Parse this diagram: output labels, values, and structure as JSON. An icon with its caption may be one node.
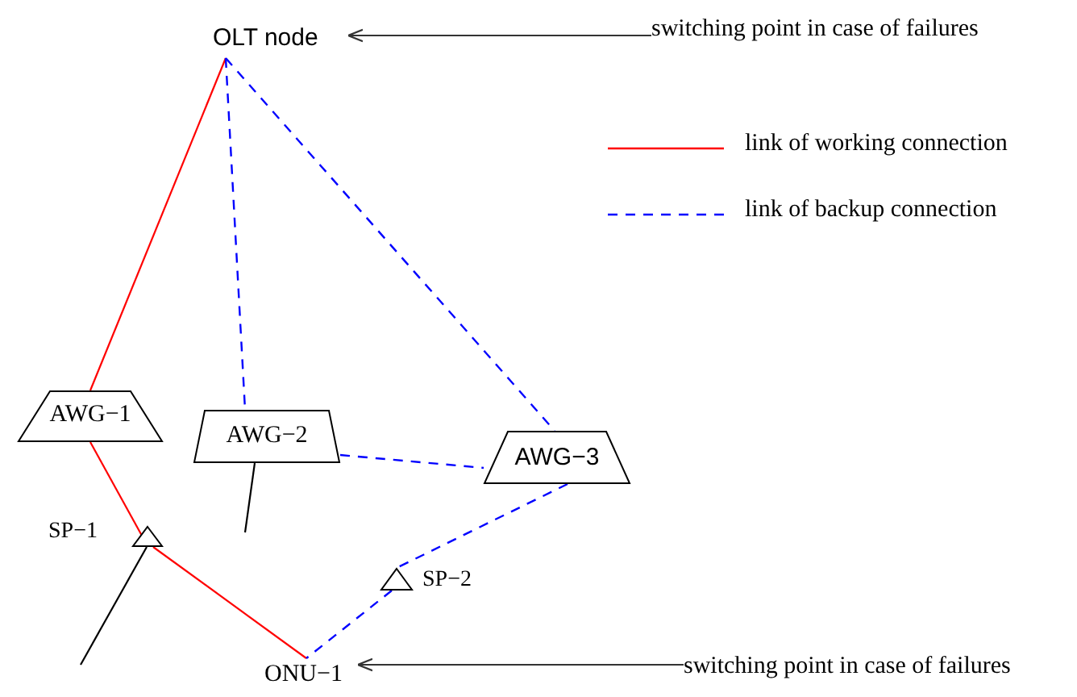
{
  "diagram": {
    "nodes": [
      {
        "text": [
          "OLT node"
        ]
      },
      {
        "text": [
          "AWG−1"
        ]
      },
      {
        "text": [
          "AWG−2"
        ]
      },
      {
        "text": [
          "AWG−3"
        ]
      },
      {
        "text": [],
        "shape": "triangle",
        "beside": [
          "SP−1"
        ]
      },
      {
        "text": [],
        "shape": "triangle",
        "beside": [
          "SP−2"
        ]
      },
      {
        "text": [
          "ONU−1"
        ]
      },
      {
        "text": [
          "switching point in case of failures"
        ]
      },
      {
        "text": [
          "switching point in case of failures"
        ]
      }
    ],
    "edges": [
      {
        "from": 0,
        "to": 1,
        "arrow": "none",
        "color": "#ff0000"
      },
      {
        "from": 0,
        "to": 2,
        "arrow": "none",
        "style": "dashed",
        "color": "#0000ff"
      },
      {
        "from": 0,
        "to": 3,
        "arrow": "none",
        "style": "dashed",
        "color": "#0000ff"
      },
      {
        "from": 1,
        "to": 4,
        "arrow": "none",
        "color": "#ff0000"
      },
      {
        "from": 4,
        "to": 6,
        "arrow": "none",
        "color": "#ff0000"
      },
      {
        "from": 2,
        "to": 3,
        "arrow": "none",
        "style": "dashed",
        "color": "#0000ff"
      },
      {
        "from": 3,
        "to": 5,
        "arrow": "none",
        "style": "dashed",
        "color": "#0000ff"
      },
      {
        "from": 5,
        "to": 6,
        "arrow": "none",
        "style": "dashed",
        "color": "#0000ff"
      },
      {
        "from": 7,
        "to": 0,
        "arrow": "to",
        "color": "#333333"
      },
      {
        "from": 8,
        "to": 6,
        "arrow": "to",
        "color": "#333333"
      },
      {
        "from": 4,
        "to": null,
        "arrow": "none",
        "color": "#000000"
      },
      {
        "from": 2,
        "to": null,
        "arrow": "none",
        "color": "#000000"
      }
    ],
    "legend": [
      {
        "text": "link of working connection"
      },
      {
        "text": "link of backup connection"
      }
    ]
  }
}
